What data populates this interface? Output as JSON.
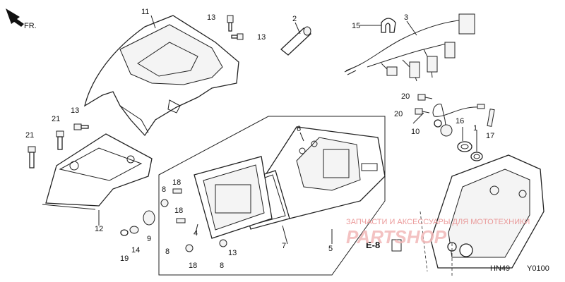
{
  "direction": {
    "text": "FR."
  },
  "labels": {
    "l11": "11",
    "l13a": "13",
    "l13b": "13",
    "l2": "2",
    "l15": "15",
    "l3": "3",
    "l13c": "13",
    "l21a": "21",
    "l21b": "21",
    "l20a": "20",
    "l20b": "20",
    "l10": "10",
    "l16": "16",
    "l1": "1",
    "l17": "17",
    "l6": "6",
    "l18a": "18",
    "l18b": "18",
    "l8a": "8",
    "l8b": "8",
    "l8c": "8",
    "l12": "12",
    "l4": "4",
    "l9": "9",
    "l14": "14",
    "l19": "19",
    "l7": "7",
    "l5": "5",
    "l13d": "13",
    "l18c": "18"
  },
  "section_ref": {
    "text": "E-8"
  },
  "drawing_code": {
    "part1": "HN49",
    "part2": "Y0100"
  },
  "watermark": {
    "line1": "ЗАПЧАСТИ И АКСЕССУАРЫ ДЛЯ МОТОТЕХНИКИ",
    "brand": "PARTSHOP"
  }
}
